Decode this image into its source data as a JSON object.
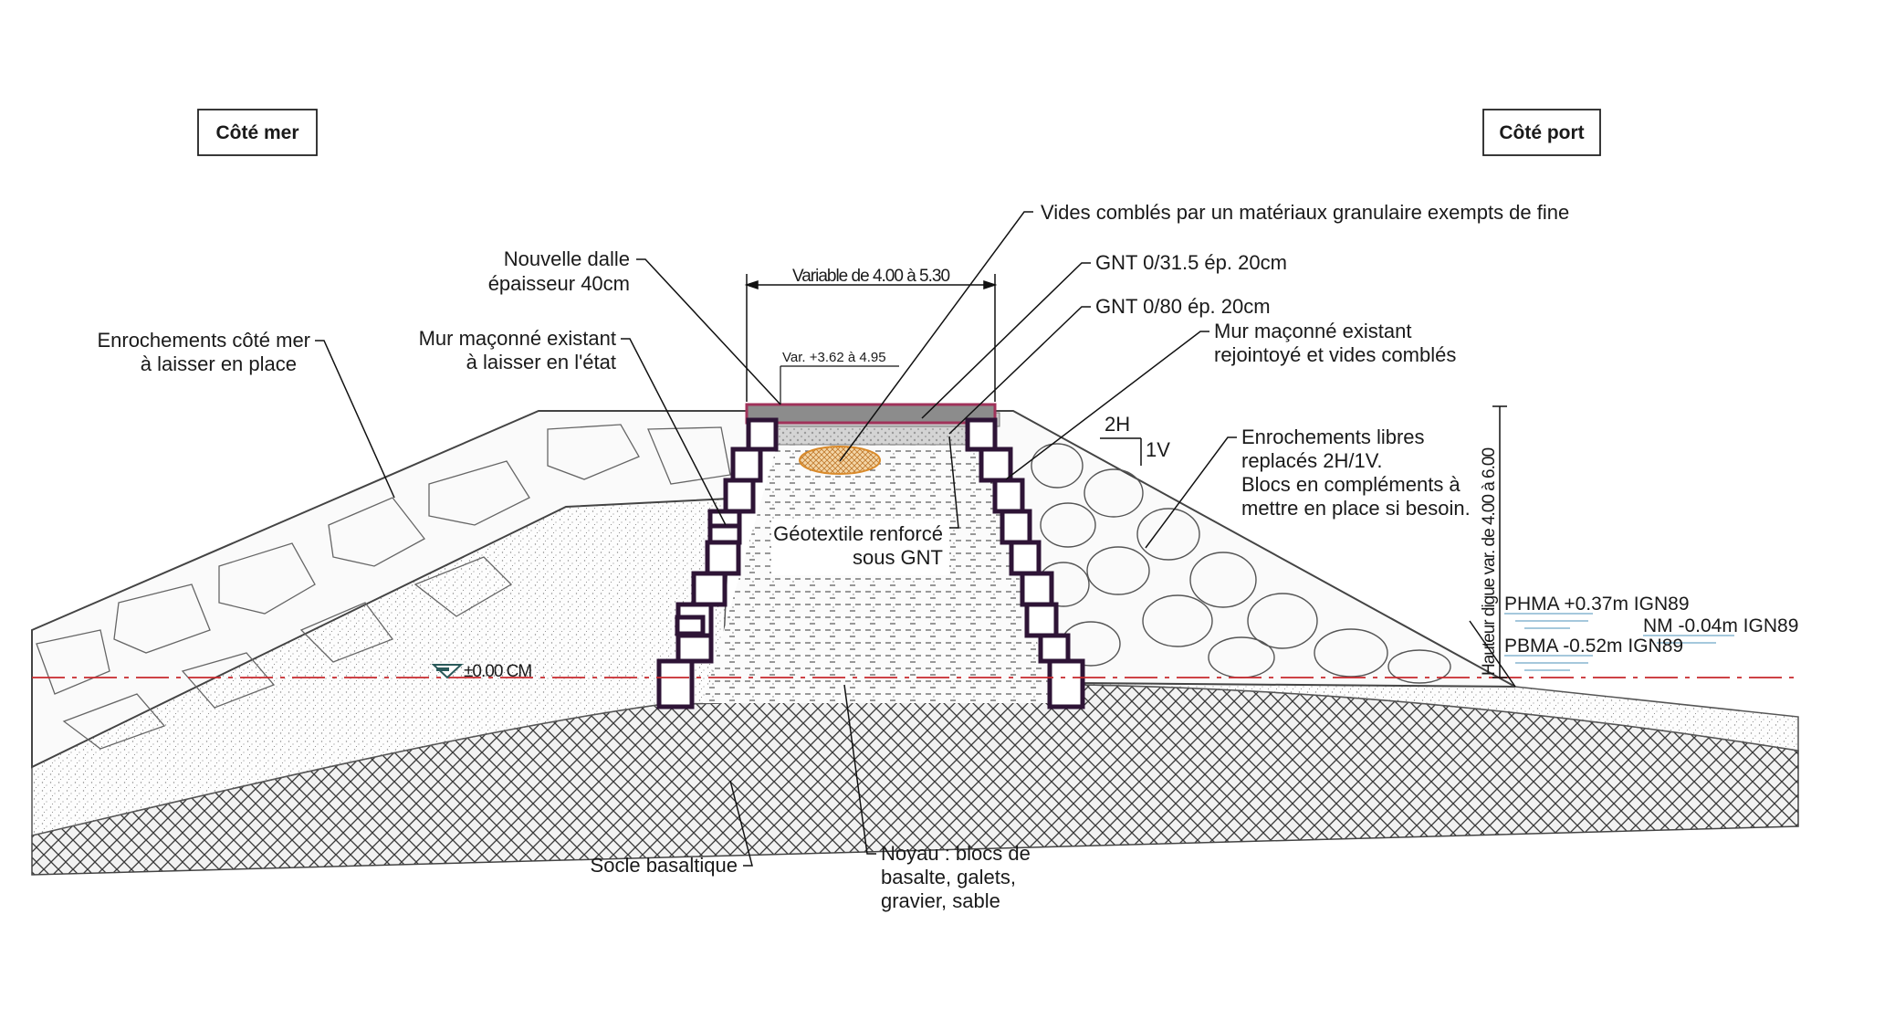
{
  "side_labels": {
    "sea": "Côté mer",
    "port": "Côté port"
  },
  "top_width": "Variable de 4.00 à 5.30",
  "top_level": "Var. +3.62 à 4.95",
  "datum": "±0.00 CM",
  "slope": {
    "h": "2H",
    "v": "1V"
  },
  "height": "Hauteur digue var. de 4.00 à 6.00",
  "water_levels": {
    "phma": "PHMA +0.37m IGN89",
    "nm": "NM -0.04m IGN89",
    "pbma": "PBMA -0.52m IGN89"
  },
  "callouts": {
    "vides": "Vides comblés par un matériaux granulaire exempts de fine",
    "gnt_315": "GNT 0/31.5 ép. 20cm",
    "gnt_80": "GNT 0/80 ép. 20cm",
    "dalle_1": "Nouvelle dalle",
    "dalle_2": "épaisseur 40cm",
    "enroch_mer_1": "Enrochements côté mer",
    "enroch_mer_2": "à laisser en place",
    "mur_etat_1": "Mur maçonné existant",
    "mur_etat_2": "à laisser en l'état",
    "mur_rejoint_1": "Mur maçonné existant",
    "mur_rejoint_2": "rejointoyé et vides comblés",
    "enroch_libres_1": "Enrochements libres",
    "enroch_libres_2": "replacés 2H/1V.",
    "enroch_libres_3": "Blocs en compléments à",
    "enroch_libres_4": "mettre en place si besoin.",
    "geotextile_1": "Géotextile renforcé",
    "geotextile_2": "sous GNT",
    "socle": "Socle basaltique",
    "noyau_1": "Noyau : blocs de",
    "noyau_2": "basalte, galets,",
    "noyau_3": "gravier, sable"
  },
  "colors": {
    "wall_outline": "#2e1436",
    "slab": "#8c8c8c",
    "slab_top": "#a0325a",
    "datum_line": "#c8282d",
    "water_lines": "#6fa8c8",
    "geotextile": "#d98a2b"
  }
}
